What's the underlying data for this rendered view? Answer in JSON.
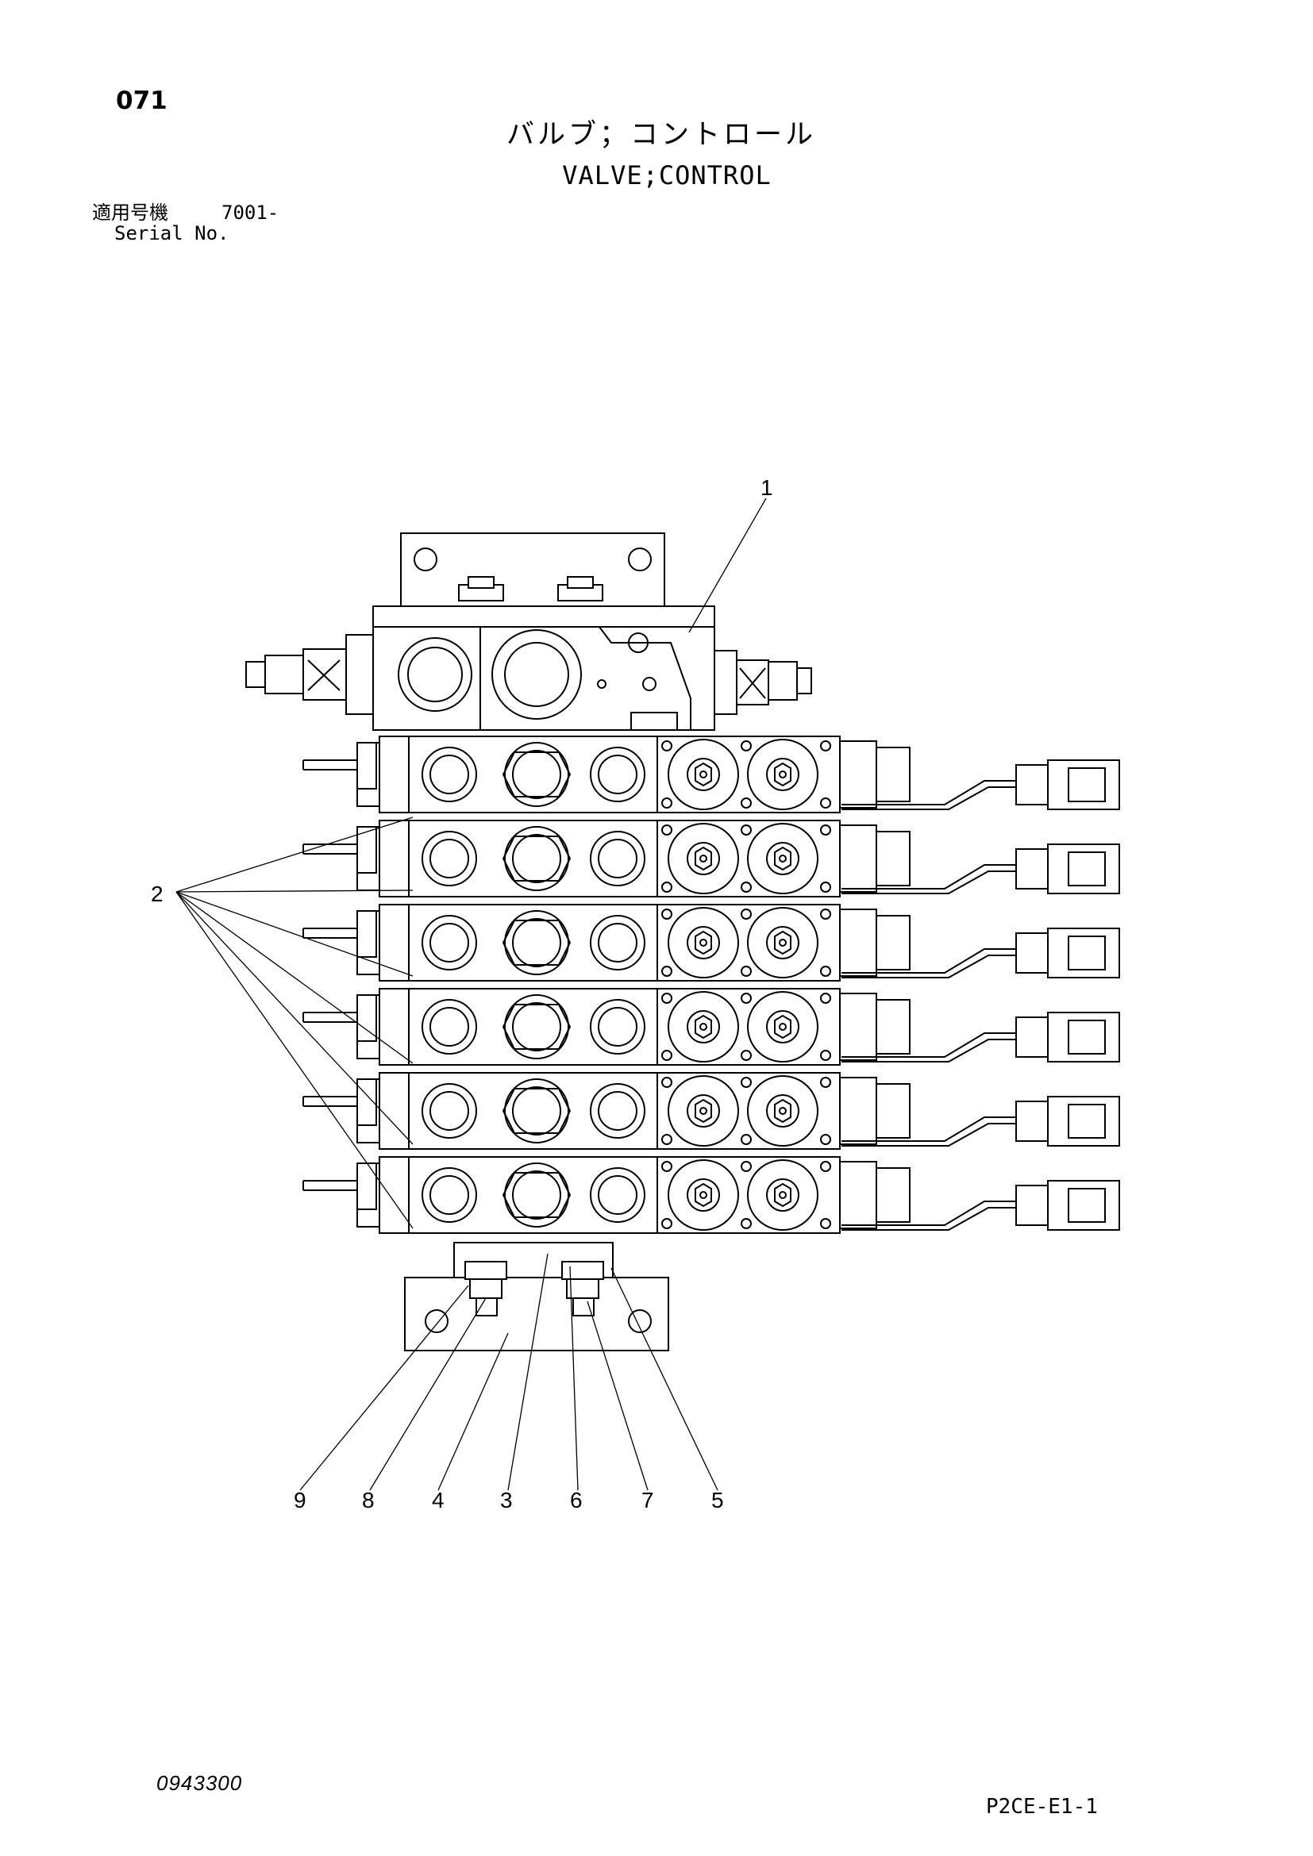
{
  "header": {
    "page_number": "071",
    "title_jp": "バルブ；コントロール",
    "title_en": "VALVE;CONTROL",
    "serial_label_jp": "適用号機",
    "serial_number": "7001-",
    "serial_label_en": "Serial No."
  },
  "diagram": {
    "callouts": [
      {
        "id": "1",
        "label": "1"
      },
      {
        "id": "2",
        "label": "2"
      },
      {
        "id": "9",
        "label": "9"
      },
      {
        "id": "8",
        "label": "8"
      },
      {
        "id": "4",
        "label": "4"
      },
      {
        "id": "3",
        "label": "3"
      },
      {
        "id": "6",
        "label": "6"
      },
      {
        "id": "7",
        "label": "7"
      },
      {
        "id": "5",
        "label": "5"
      }
    ],
    "valve_sections": 6
  },
  "footer": {
    "doc_number": "0943300",
    "page_code": "P2CE-E1-1"
  }
}
